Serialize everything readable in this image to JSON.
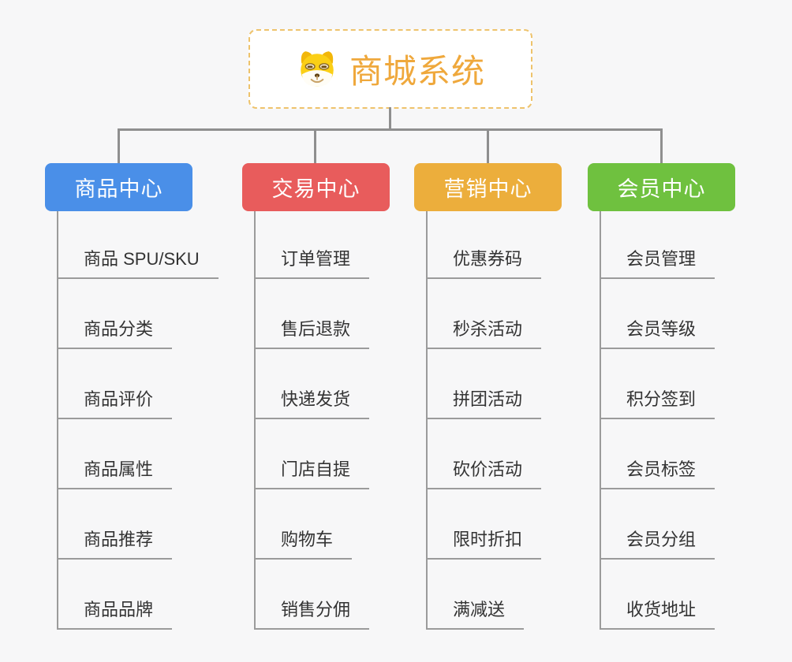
{
  "diagram": {
    "type": "mindmap-org-tree",
    "orientation": "top-down"
  },
  "root": {
    "title": "商城系统",
    "icon": "dog-face-icon"
  },
  "branches": [
    {
      "label": "商品中心",
      "color": "#4a8fe8",
      "children": [
        "商品 SPU/SKU",
        "商品分类",
        "商品评价",
        "商品属性",
        "商品推荐",
        "商品品牌"
      ]
    },
    {
      "label": "交易中心",
      "color": "#e85c5c",
      "children": [
        "订单管理",
        "售后退款",
        "快递发货",
        "门店自提",
        "购物车",
        "销售分佣"
      ]
    },
    {
      "label": "营销中心",
      "color": "#ecae3c",
      "children": [
        "优惠券码",
        "秒杀活动",
        "拼团活动",
        "砍价活动",
        "限时折扣",
        "满减送"
      ]
    },
    {
      "label": "会员中心",
      "color": "#6fc13f",
      "children": [
        "会员管理",
        "会员等级",
        "积分签到",
        "会员标签",
        "会员分组",
        "收货地址"
      ]
    }
  ],
  "colors": {
    "background": "#f7f7f8",
    "connector": "#8f8f8f",
    "underline": "#9b9b9b",
    "item_text": "#333333",
    "root_border": "#eec36c",
    "root_title": "#efa83c",
    "root_fill": "#ffffff"
  }
}
